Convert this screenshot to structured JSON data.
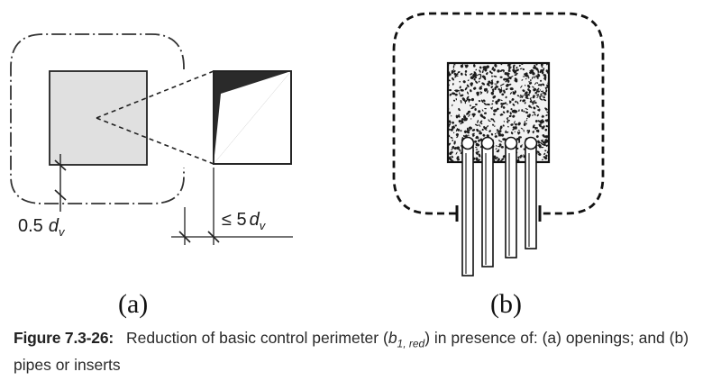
{
  "panel_a": {
    "label": "(a)",
    "dim_distance": {
      "num": "0.5",
      "var": "d",
      "sub": "v"
    },
    "dim_opening": {
      "num": "≤ 5",
      "var": "d",
      "sub": "v"
    }
  },
  "panel_b": {
    "label": "(b)",
    "pipe_count": 4
  },
  "caption": {
    "figure_label": "Figure 7.3-26:",
    "text_before": "Reduction of basic control perimeter (",
    "math_var": "b",
    "math_sub": "1, red",
    "text_after": ") in presence of: (a) openings; and (b) pipes or inserts"
  },
  "colors": {
    "column_fill": "#e0e0e0",
    "line": "#222222",
    "perimeter_b": "#111111",
    "concrete_bg": "#f2f2f2"
  }
}
